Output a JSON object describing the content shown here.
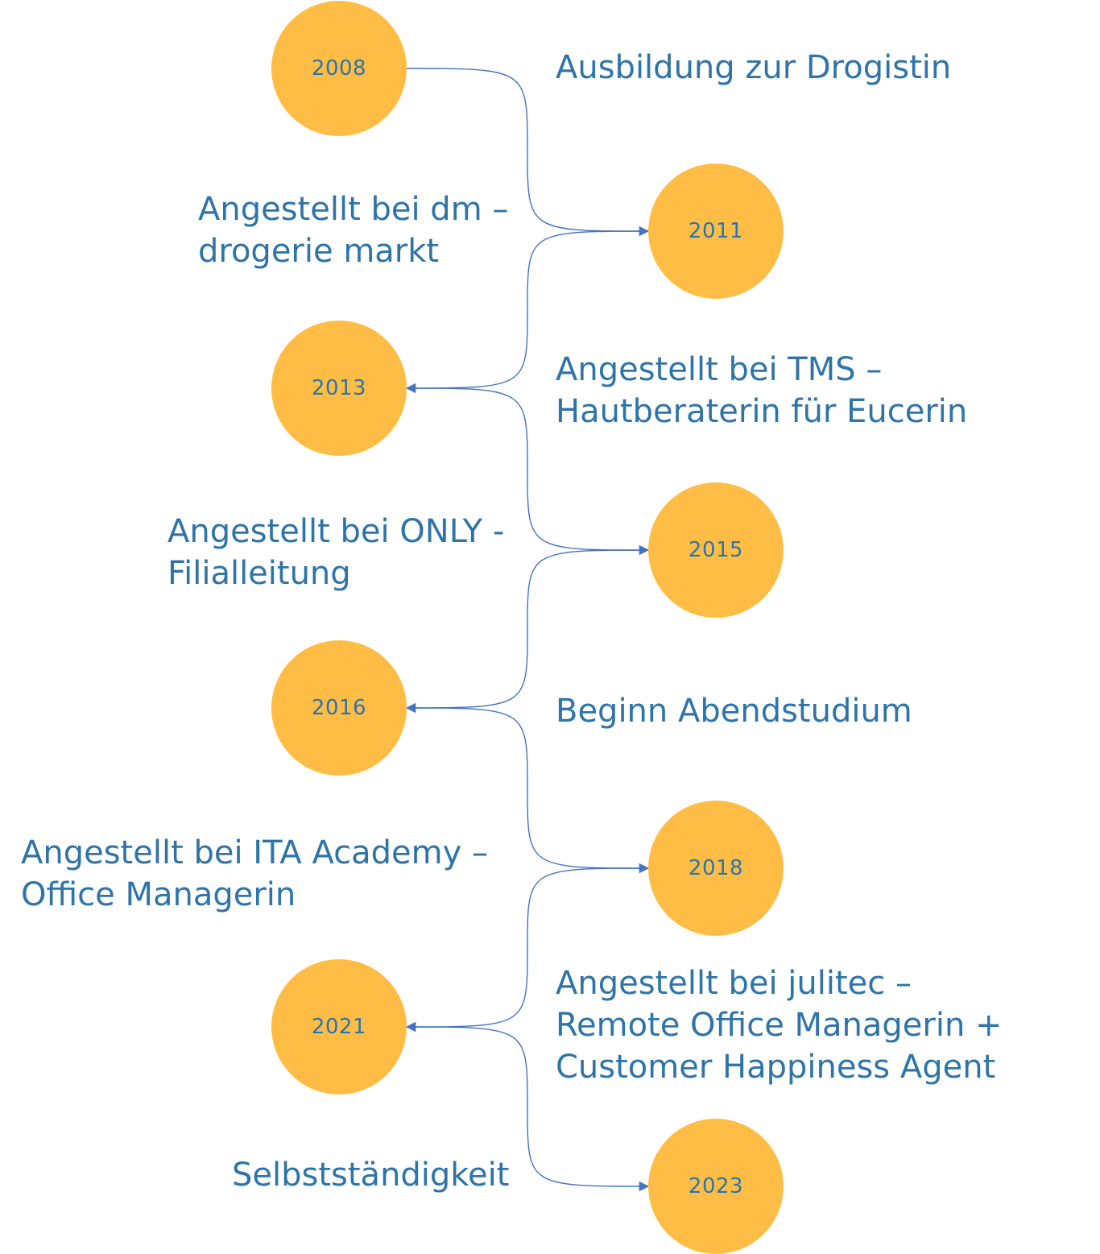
{
  "colors": {
    "node_fill": "#FFBD45",
    "text": "#2E74A8",
    "connector": "#4472C4"
  },
  "timeline": [
    {
      "year": "2008",
      "description": [
        "Ausbildung zur Drogistin"
      ]
    },
    {
      "year": "2011",
      "description": [
        "Angestellt bei dm –",
        "drogerie markt"
      ]
    },
    {
      "year": "2013",
      "description": [
        "Angestellt bei TMS –",
        "Hautberaterin für Eucerin"
      ]
    },
    {
      "year": "2015",
      "description": [
        "Angestellt bei ONLY -",
        "Filialleitung"
      ]
    },
    {
      "year": "2016",
      "description": [
        "Beginn Abendstudium"
      ]
    },
    {
      "year": "2018",
      "description": [
        "Angestellt bei ITA Academy –",
        "Office Managerin"
      ]
    },
    {
      "year": "2021",
      "description": [
        "Angestellt bei julitec –",
        "Remote Office Managerin +",
        "Customer Happiness Agent"
      ]
    },
    {
      "year": "2023",
      "description": [
        "Selbstständigkeit"
      ]
    }
  ]
}
